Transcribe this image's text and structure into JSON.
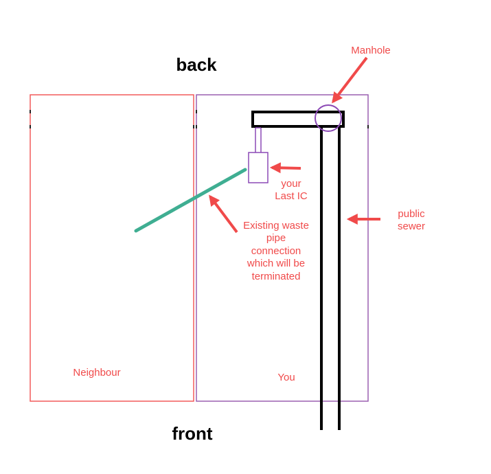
{
  "labels": {
    "back": "back",
    "front": "front",
    "manhole": "Manhole",
    "last_ic_line1": "your",
    "last_ic_line2": "Last IC",
    "public_sewer_line1": "public",
    "public_sewer_line2": "sewer",
    "existing_line1": "Existing waste",
    "existing_line2": "pipe",
    "existing_line3": "connection",
    "existing_line4": "which will be",
    "existing_line5": "terminated",
    "neighbour": "Neighbour",
    "you": "You"
  },
  "colors": {
    "neighbour_border": "#f25a5a",
    "you_border": "#9a5fb0",
    "annotation": "#f04a4a",
    "existing_pipe": "#3fae92",
    "sewer": "#000000",
    "last_ic": "#8b49b5"
  }
}
